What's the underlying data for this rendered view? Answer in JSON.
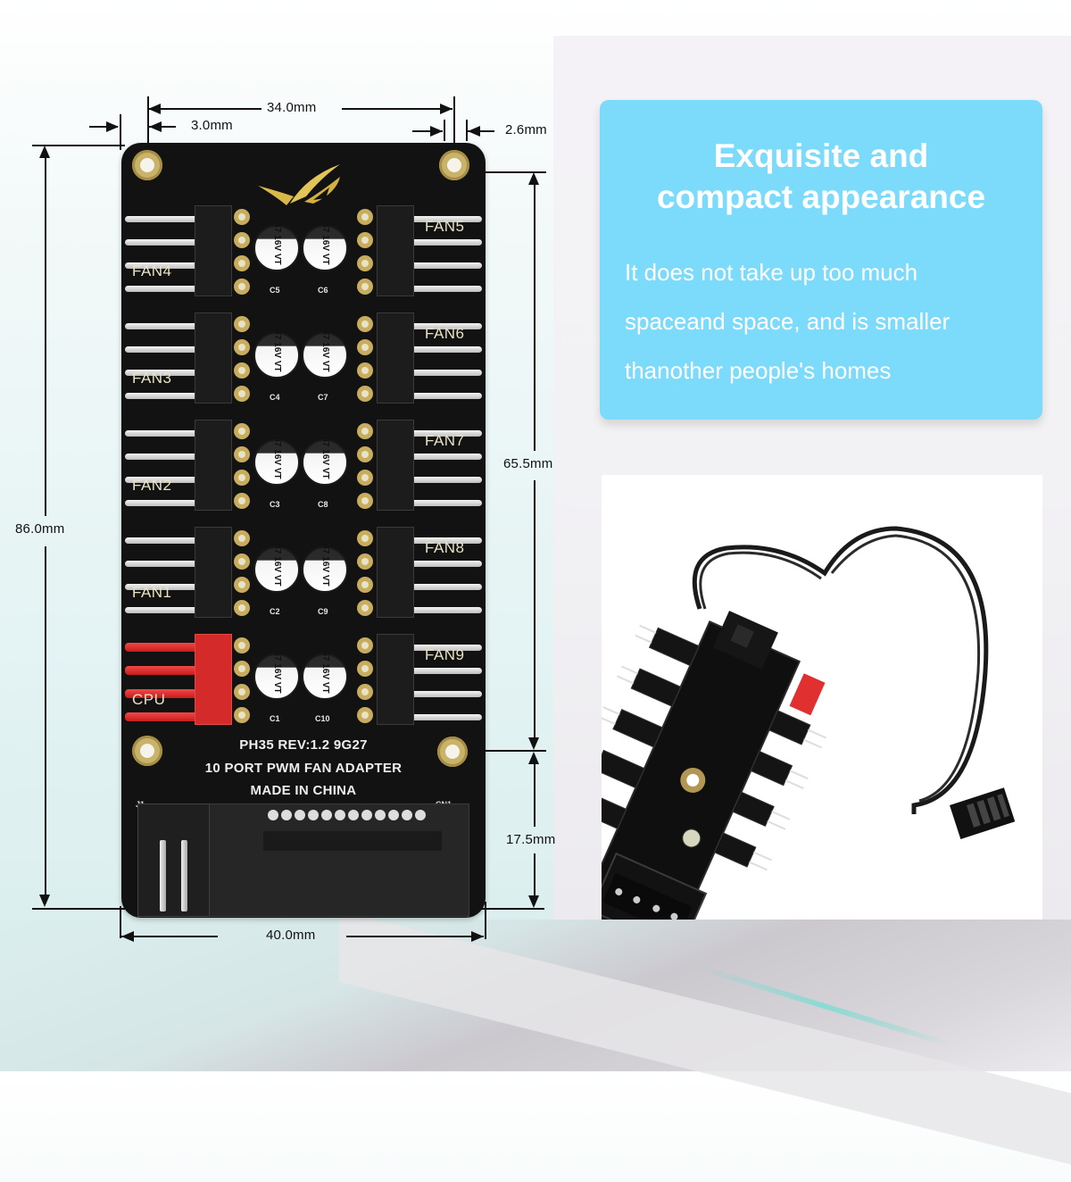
{
  "card": {
    "title_line1": "Exquisite and",
    "title_line2": "compact appearance",
    "body_line1": "It does not take up too much",
    "body_line2": "spaceand space, and is smaller",
    "body_line3": "thanother people's homes",
    "background_color": "#7cdbfb",
    "text_color": "#ffffff"
  },
  "dimensions": {
    "top_width": "34.0mm",
    "left_hole_offset": "3.0mm",
    "right_hole_offset": "2.6mm",
    "total_height": "86.0mm",
    "upper_height": "65.5mm",
    "lower_height": "17.5mm",
    "bottom_width": "40.0mm"
  },
  "pcb": {
    "model_line": "PH35   REV:1.2   9G27",
    "title_line": "10 PORT PWM FAN ADAPTER",
    "origin_line": "MADE IN CHINA",
    "j1_label": "J1",
    "cn1_label": "CN1",
    "left_ports": [
      "FAN4",
      "FAN3",
      "FAN2",
      "FAN1",
      "CPU"
    ],
    "right_ports": [
      "FAN5",
      "FAN6",
      "FAN7",
      "FAN8",
      "FAN9"
    ],
    "capacitors": [
      {
        "left": "C5",
        "right": "C6"
      },
      {
        "left": "C4",
        "right": "C7"
      },
      {
        "left": "C3",
        "right": "C8"
      },
      {
        "left": "C2",
        "right": "C9"
      },
      {
        "left": "C1",
        "right": "C10"
      }
    ],
    "cap_marking": "47 16V VT",
    "cpu_header_color": "#d42a2a"
  },
  "photo": {
    "description": "10-port PWM fan hub with Molex power connector and 4-pin cable"
  }
}
